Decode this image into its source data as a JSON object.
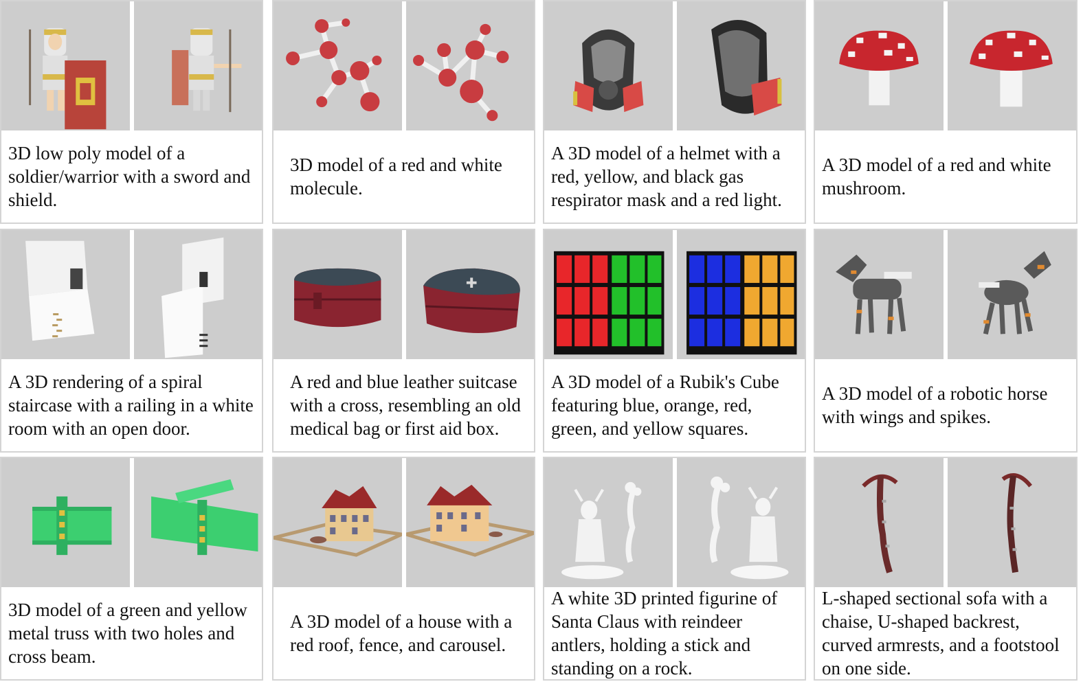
{
  "cells": [
    {
      "caption": "3D low poly model of a soldier/warrior with a sword and shield.",
      "subject": "soldier-icon"
    },
    {
      "caption": "3D model of a red and white molecule.",
      "subject": "molecule-icon"
    },
    {
      "caption": "A 3D model of a helmet with a red, yellow, and black gas respirator mask and a red light.",
      "subject": "gas-mask-icon"
    },
    {
      "caption": "A 3D model of a red and white mushroom.",
      "subject": "mushroom-icon"
    },
    {
      "caption": "A 3D rendering of a spiral staircase with a railing in a white room with an open door.",
      "subject": "staircase-icon"
    },
    {
      "caption": "A red and blue leather suitcase with a cross, resembling an old medical bag or first aid box.",
      "subject": "suitcase-icon"
    },
    {
      "caption": "A 3D model of a Rubik's Cube featuring blue, orange, red, green, and yellow squares.",
      "subject": "rubiks-cube-icon"
    },
    {
      "caption": "A 3D model of a robotic horse with wings and spikes.",
      "subject": "robot-horse-icon"
    },
    {
      "caption": "3D model of a green and yellow metal truss with two holes and cross beam.",
      "subject": "metal-truss-icon"
    },
    {
      "caption": "A 3D model of a house with a red roof, fence, and carousel.",
      "subject": "house-icon"
    },
    {
      "caption": "A white 3D printed figurine of Santa Claus with reindeer antlers, holding a stick and standing on a rock.",
      "subject": "figurine-icon"
    },
    {
      "caption": "L-shaped sectional sofa with a chaise, U-shaped backrest, curved armrests, and a footstool on one side.",
      "subject": "ice-axe-icon"
    }
  ],
  "colors": {
    "render_background": "#cdcdcd",
    "cell_border": "#d4d4d4",
    "text": "#111111"
  }
}
